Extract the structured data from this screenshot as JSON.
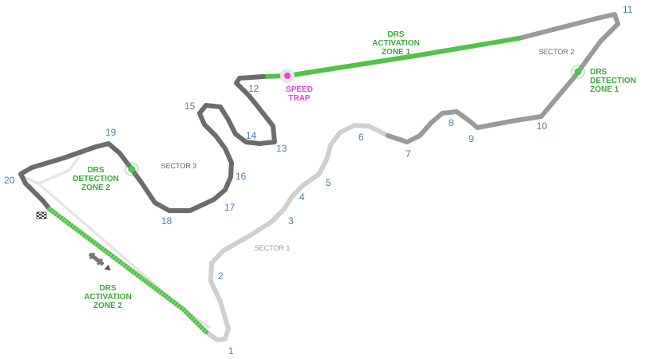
{
  "colors": {
    "sector1": "#d0d0d0",
    "sector2": "#9b9b9b",
    "sector3": "#6c6c6c",
    "drs": "#53c24a",
    "drs_text": "#3ea93a",
    "speed_trap": "#e04ad6",
    "turn_number": "#4a7fb0",
    "sector_label": "#666666",
    "sector1_label": "#9a9a9a"
  },
  "turns": [
    "1",
    "2",
    "3",
    "4",
    "5",
    "6",
    "7",
    "8",
    "9",
    "10",
    "11",
    "12",
    "13",
    "14",
    "15",
    "16",
    "17",
    "18",
    "19",
    "20"
  ],
  "sectors": {
    "sector1": "SECTOR 1",
    "sector2": "SECTOR 2",
    "sector3": "SECTOR 3"
  },
  "labels": {
    "drs_activation_1": [
      "DRS",
      "ACTIVATION",
      "ZONE 1"
    ],
    "drs_activation_2": [
      "DRS",
      "ACTIVATION",
      "ZONE 2"
    ],
    "drs_detection_1": [
      "DRS",
      "DETECTION",
      "ZONE 1"
    ],
    "drs_detection_2": [
      "DRS",
      "DETECTION",
      "ZONE 2"
    ],
    "speed_trap": [
      "SPEED",
      "TRAP"
    ]
  },
  "icons": {
    "start_finish": "checkered-flag-icon",
    "direction": "race-direction-arrow-icon"
  }
}
